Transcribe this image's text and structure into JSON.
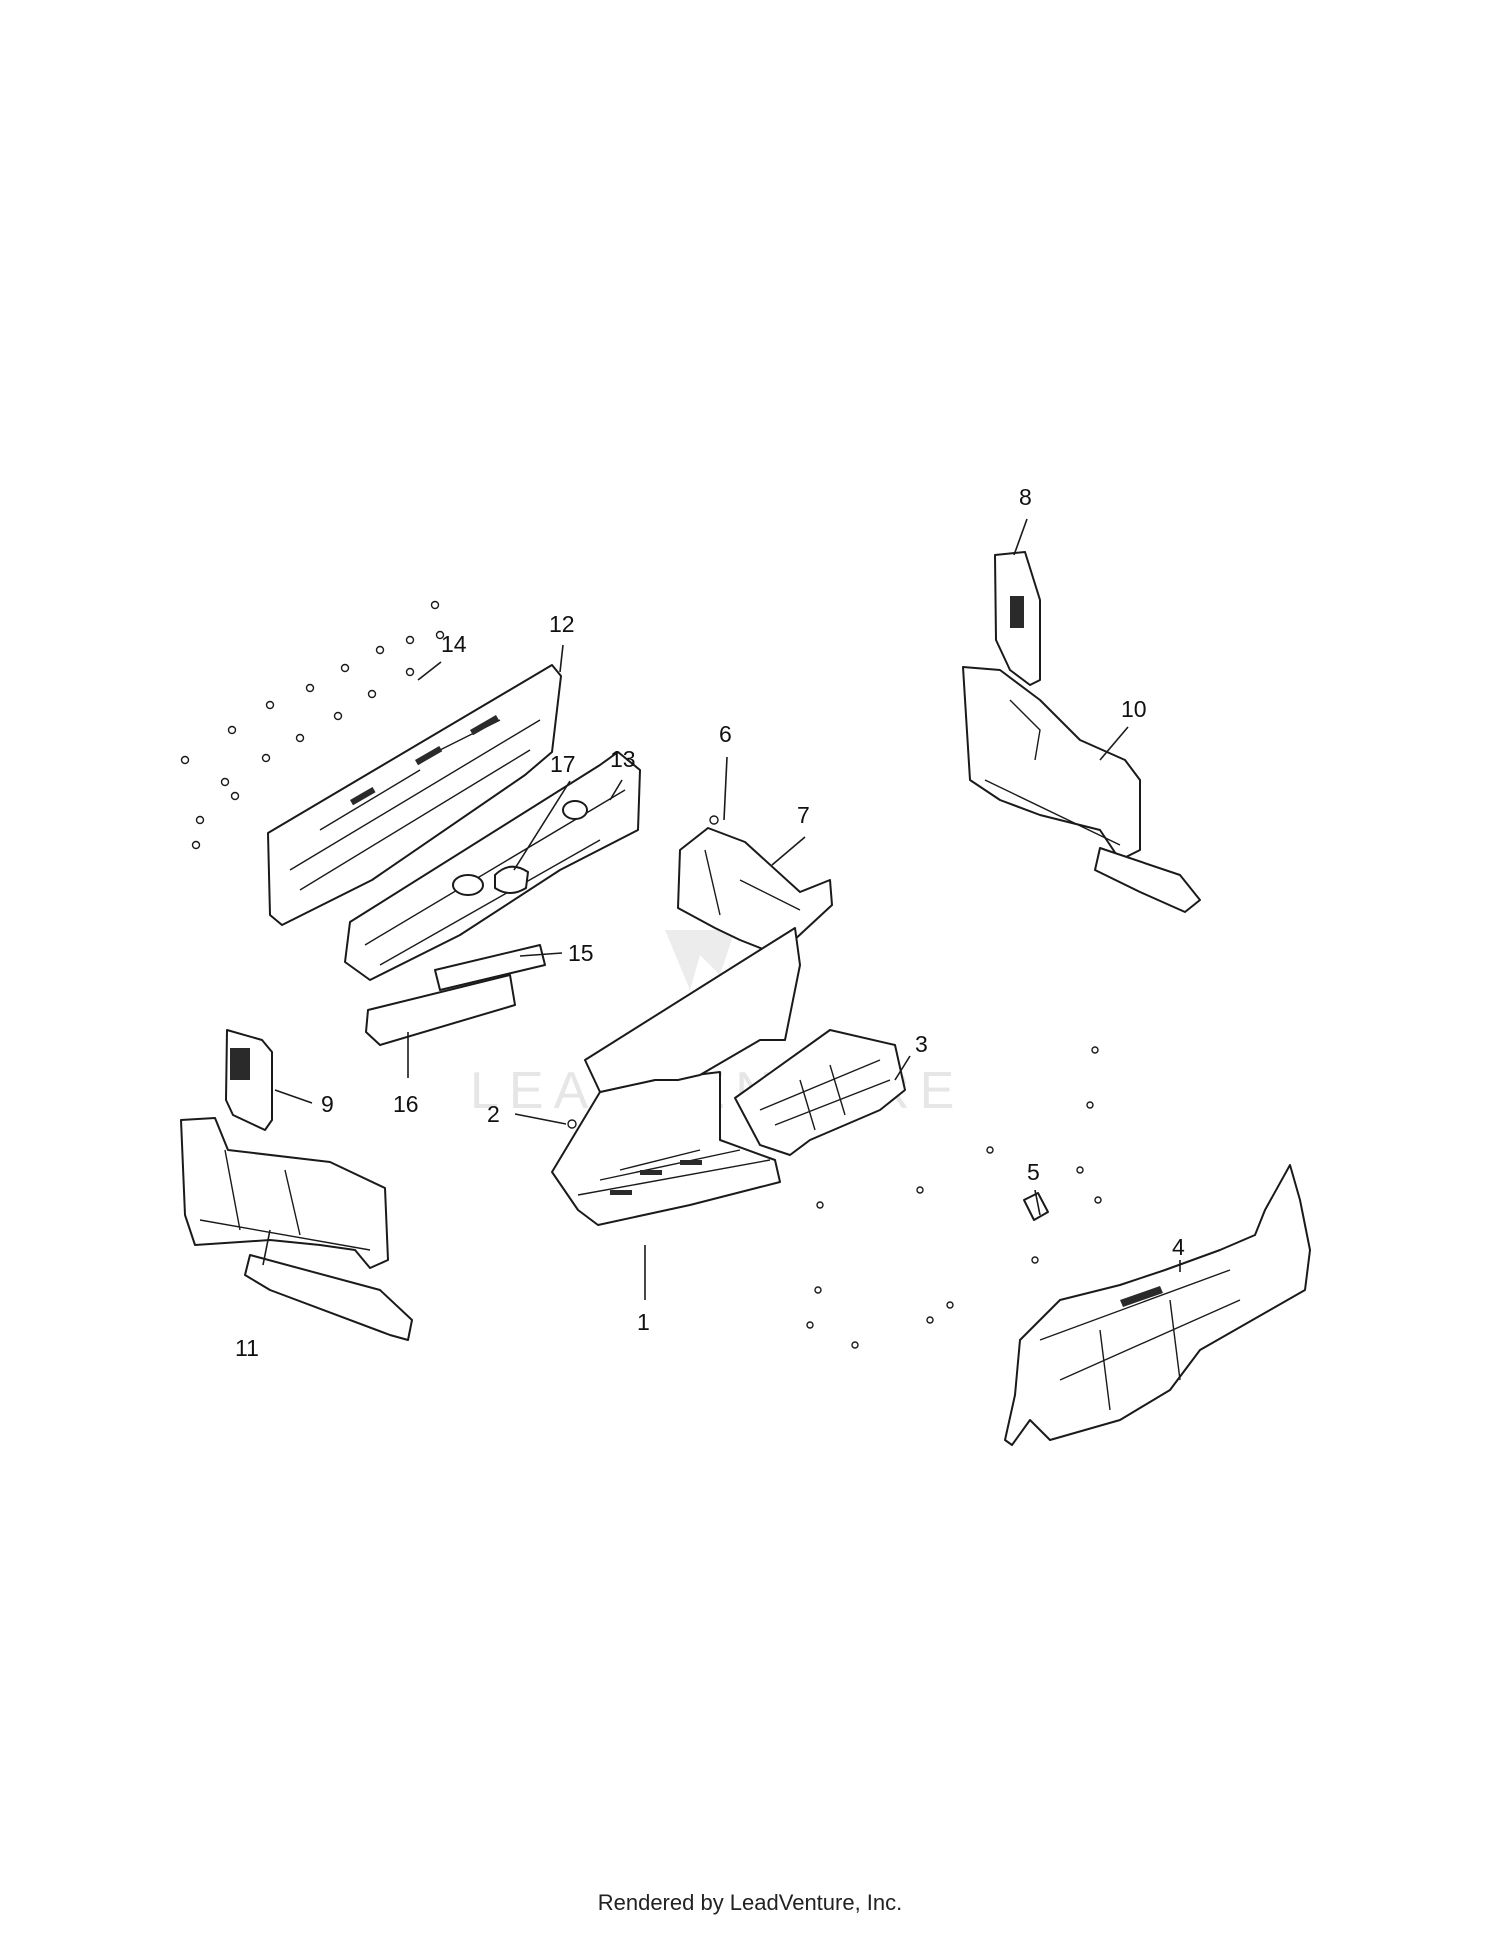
{
  "diagram": {
    "callouts": [
      "1",
      "2",
      "3",
      "4",
      "5",
      "6",
      "7",
      "8",
      "9",
      "10",
      "11",
      "12",
      "13",
      "14",
      "15",
      "16",
      "17"
    ],
    "watermark": "LEADVENTURE",
    "parts": [
      {
        "id": "part-1"
      },
      {
        "id": "part-2"
      },
      {
        "id": "part-3"
      },
      {
        "id": "part-4"
      },
      {
        "id": "part-5"
      },
      {
        "id": "part-6"
      },
      {
        "id": "part-7"
      },
      {
        "id": "part-8"
      },
      {
        "id": "part-9"
      },
      {
        "id": "part-10"
      },
      {
        "id": "part-11"
      },
      {
        "id": "part-12"
      },
      {
        "id": "part-13"
      },
      {
        "id": "part-14"
      },
      {
        "id": "part-15"
      },
      {
        "id": "part-16"
      },
      {
        "id": "part-17"
      }
    ]
  },
  "footer": {
    "text": "Rendered by LeadVenture, Inc."
  }
}
